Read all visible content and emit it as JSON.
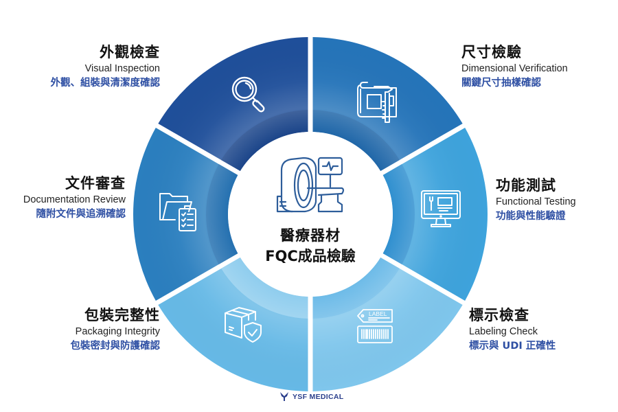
{
  "center": {
    "line1": "醫療器材",
    "line2": "FQC成品檢驗",
    "icon": "mri-scanner-icon"
  },
  "segments": [
    {
      "id": "visual-inspection",
      "title_zh": "外觀檢查",
      "title_en": "Visual Inspection",
      "description": "外觀、組裝與清潔度確認",
      "icon": "magnifier-icon",
      "color": "#1f4f9a",
      "inner_color": "#1a4489",
      "position": "top-left"
    },
    {
      "id": "dimensional-verification",
      "title_zh": "尺寸檢驗",
      "title_en": "Dimensional Verification",
      "description": "關鍵尺寸抽樣確認",
      "icon": "blueprint-caliper-icon",
      "color": "#2574b9",
      "inner_color": "#1f66a8",
      "position": "top-right"
    },
    {
      "id": "functional-testing",
      "title_zh": "功能測試",
      "title_en": "Functional Testing",
      "description": "功能與性能驗證",
      "icon": "monitor-wrench-icon",
      "color": "#3ea3dc",
      "inner_color": "#2f8fcf",
      "position": "right"
    },
    {
      "id": "labeling-check",
      "title_zh": "標示檢查",
      "title_en": "Labeling Check",
      "description": "標示與 UDI 正確性",
      "icon": "label-barcode-icon",
      "color": "#7fc6ec",
      "inner_color": "#6dbbe8",
      "position": "bottom-right"
    },
    {
      "id": "packaging-integrity",
      "title_zh": "包裝完整性",
      "title_en": "Packaging Integrity",
      "description": "包裝密封與防護確認",
      "icon": "box-shield-icon",
      "color": "#66b9e6",
      "inner_color": "#8fcdee",
      "position": "bottom-left"
    },
    {
      "id": "documentation-review",
      "title_zh": "文件審查",
      "title_en": "Documentation Review",
      "description": "隨附文件與追溯確認",
      "icon": "folder-checklist-icon",
      "color": "#2b7fbf",
      "inner_color": "#2470b0",
      "position": "left"
    }
  ],
  "footer": {
    "logo_text": "YSF MEDICAL",
    "logo_icon": "ysf-logo-icon",
    "logo_color": "#2b3f8c"
  }
}
